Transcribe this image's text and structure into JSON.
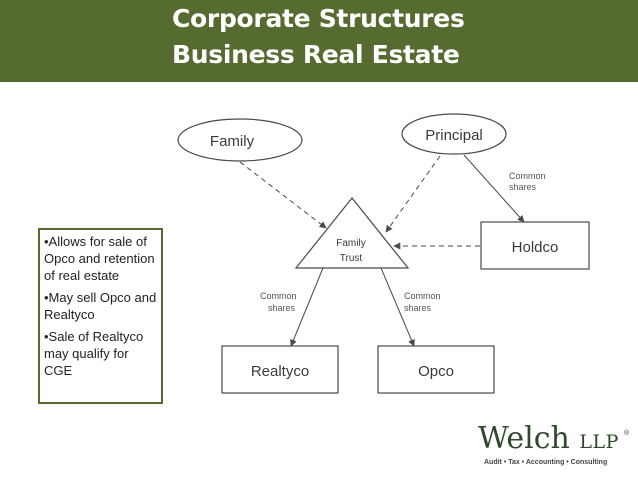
{
  "header": {
    "title_line1": "Corporate Structures",
    "title_line2": "Business Real Estate"
  },
  "diagram": {
    "nodes": {
      "family": "Family",
      "principal": "Principal",
      "trust_line1": "Family",
      "trust_line2": "Trust",
      "holdco": "Holdco",
      "realtyco": "Realtyco",
      "opco": "Opco"
    },
    "edge_labels": {
      "holdco_line1": "Common",
      "holdco_line2": "shares",
      "realtyco_line1": "Common",
      "realtyco_line2": "shares",
      "opco_line1": "Common",
      "opco_line2": "shares"
    }
  },
  "notes": [
    "•Allows for sale of Opco and retention of real estate",
    "•May sell Opco and Realtyco",
    "•Sale of Realtyco may qualify for CGE"
  ],
  "logo": {
    "name": "Welch",
    "suffix": "LLP",
    "reg": "®",
    "tagline": "Audit • Tax • Accounting • Consulting"
  },
  "colors": {
    "header_bg": "#556b2f",
    "accent_border": "#556b2f",
    "line_color": "#4a4a4a"
  }
}
